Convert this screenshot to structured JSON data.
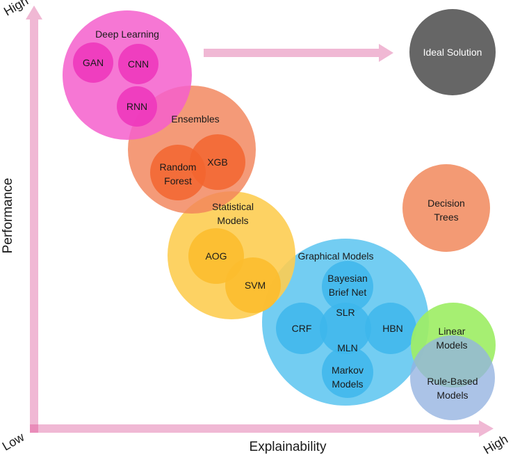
{
  "axes": {
    "x_title": "Explainability",
    "y_title": "Performance",
    "low": "Low",
    "high_x": "High",
    "high_y": "High",
    "axis_color": "#f0b8d4"
  },
  "groups": {
    "deep_learning": {
      "label": "Deep Learning",
      "color": "#f45fcc",
      "inner_color": "#ee37bc",
      "items": [
        "GAN",
        "CNN",
        "RNN"
      ]
    },
    "ensembles": {
      "label": "Ensembles",
      "color": "#f2845a",
      "inner_color": "#f2652f",
      "items": [
        "Random",
        "Forest",
        "XGB"
      ]
    },
    "statistical": {
      "label_line1": "Statistical",
      "label_line2": "Models",
      "color": "#fdcd52",
      "inner_color": "#fcbd2e",
      "items": [
        "AOG",
        "SVM"
      ]
    },
    "graphical": {
      "label": "Graphical Models",
      "color": "#5ec6f0",
      "inner_color": "#34b4eb",
      "items": [
        "Bayesian",
        "Brief Net",
        "SLR",
        "CRF",
        "HBN",
        "MLN",
        "Markov",
        "Models"
      ]
    },
    "decision_trees": {
      "line1": "Decision",
      "line2": "Trees",
      "color": "#f39a74"
    },
    "linear": {
      "line1": "Linear",
      "line2": "Models",
      "color": "#9eee66"
    },
    "rule_based": {
      "line1": "Rule-Based",
      "line2": "Models",
      "color": "#93b2e0"
    },
    "ideal": {
      "label": "Ideal Solution",
      "color": "#666666"
    }
  }
}
